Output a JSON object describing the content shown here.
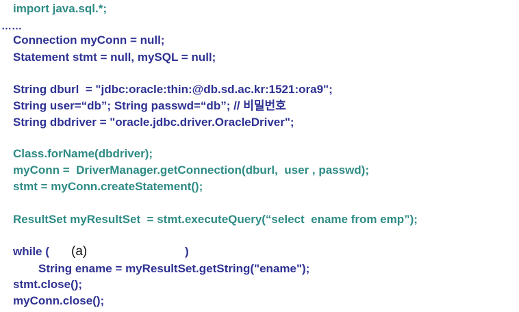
{
  "code": {
    "import_line": "import java.sql.*;",
    "ellipsis": "……",
    "conn_decl": "Connection myConn = null;",
    "stmt_decl": "Statement stmt = null, mySQL = null;",
    "dburl": "String dburl  = \"jdbc:oracle:thin:@db.sd.ac.kr:1521:ora9\";",
    "user_pass": "String user=“db”; String passwd=“db”; // 비밀번호",
    "dbdriver": "String dbdriver = \"oracle.jdbc.driver.OracleDriver\";",
    "class_forname": "Class.forName(dbdriver);",
    "get_connection": "myConn =  DriverManager.getConnection(dburl,  user , passwd);",
    "create_statement": "stmt = myConn.createStatement();",
    "result_set": "ResultSet myResultSet  = stmt.executeQuery(“select  ename from emp”);",
    "while_open": "while (",
    "while_blank": "(a)",
    "while_close": ")",
    "get_string": "String ename = myResultSet.getString(\"ename\");",
    "stmt_close": "stmt.close();",
    "conn_close": "myConn.close();"
  },
  "colors": {
    "teal": "#2e8b85",
    "navy": "#2e3192"
  }
}
